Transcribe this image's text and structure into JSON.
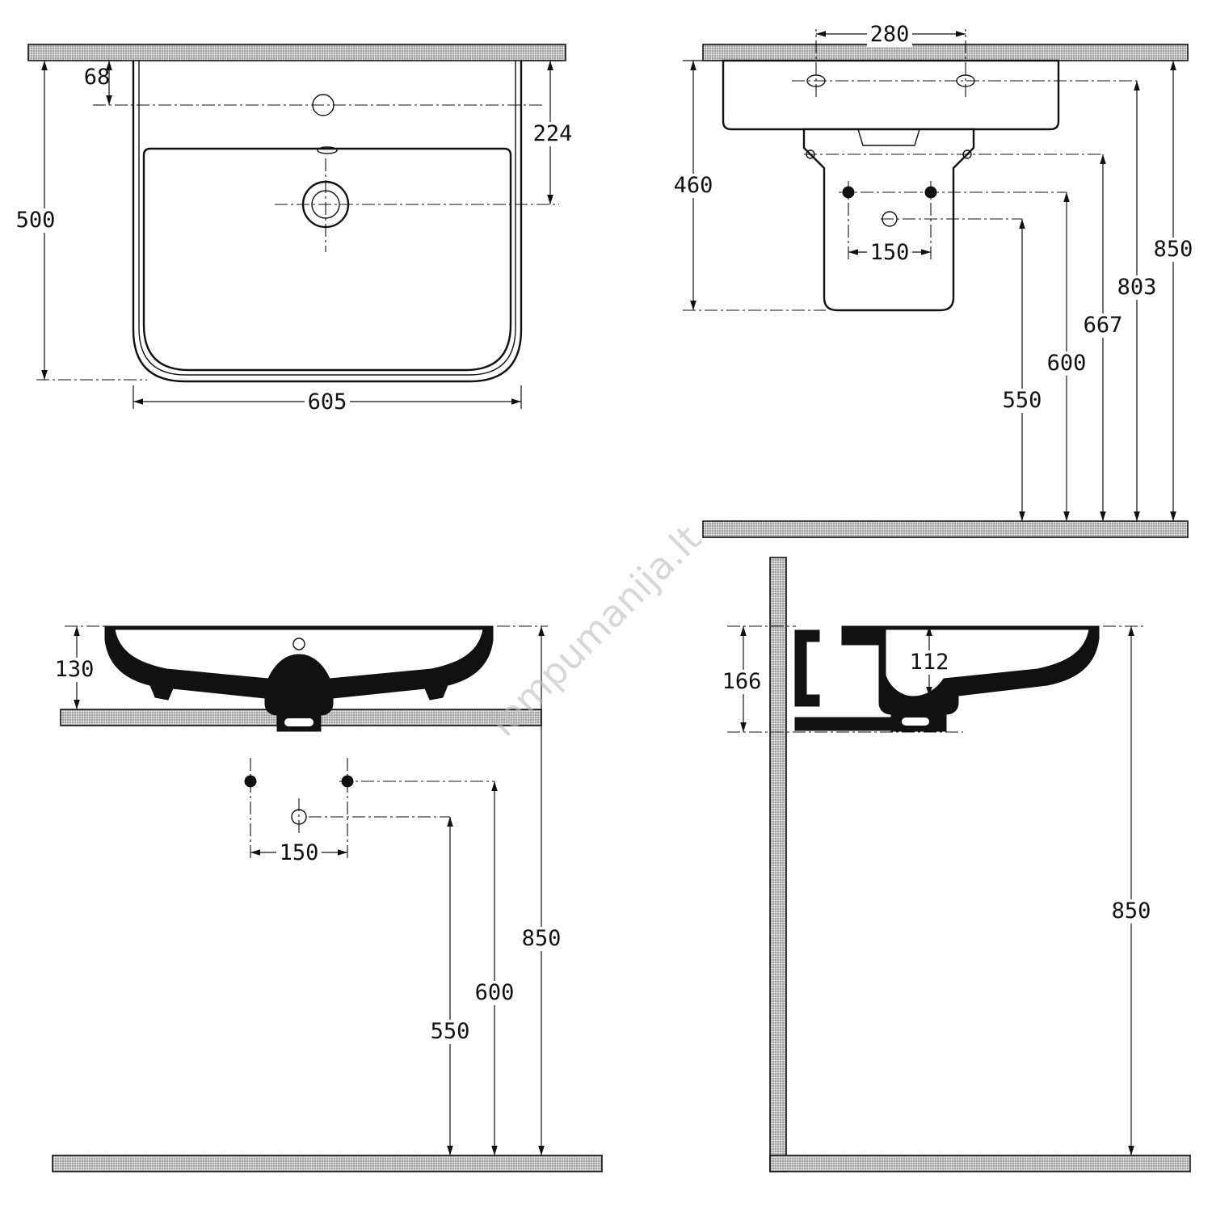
{
  "watermark": "lempumanija.lt",
  "colors": {
    "line": "#111111",
    "hatch": "#8a8a8a",
    "watermark": "#bdbdbd",
    "background": "#ffffff"
  },
  "views": {
    "plan": {
      "dims": {
        "tap_offset": "68",
        "depth": "500",
        "drain_offset": "224",
        "width": "605"
      }
    },
    "front": {
      "dims": {
        "hole_spacing": "280",
        "unit_height": "460",
        "fixing_spacing": "150",
        "h550": "550",
        "h600": "600",
        "h667": "667",
        "h803": "803",
        "h850": "850"
      }
    },
    "side": {
      "dims": {
        "basin_height": "130",
        "fixing_spacing": "150",
        "h550": "550",
        "h600": "600",
        "h850": "850"
      }
    },
    "section": {
      "dims": {
        "d166": "166",
        "d112": "112",
        "h850": "850"
      }
    }
  }
}
